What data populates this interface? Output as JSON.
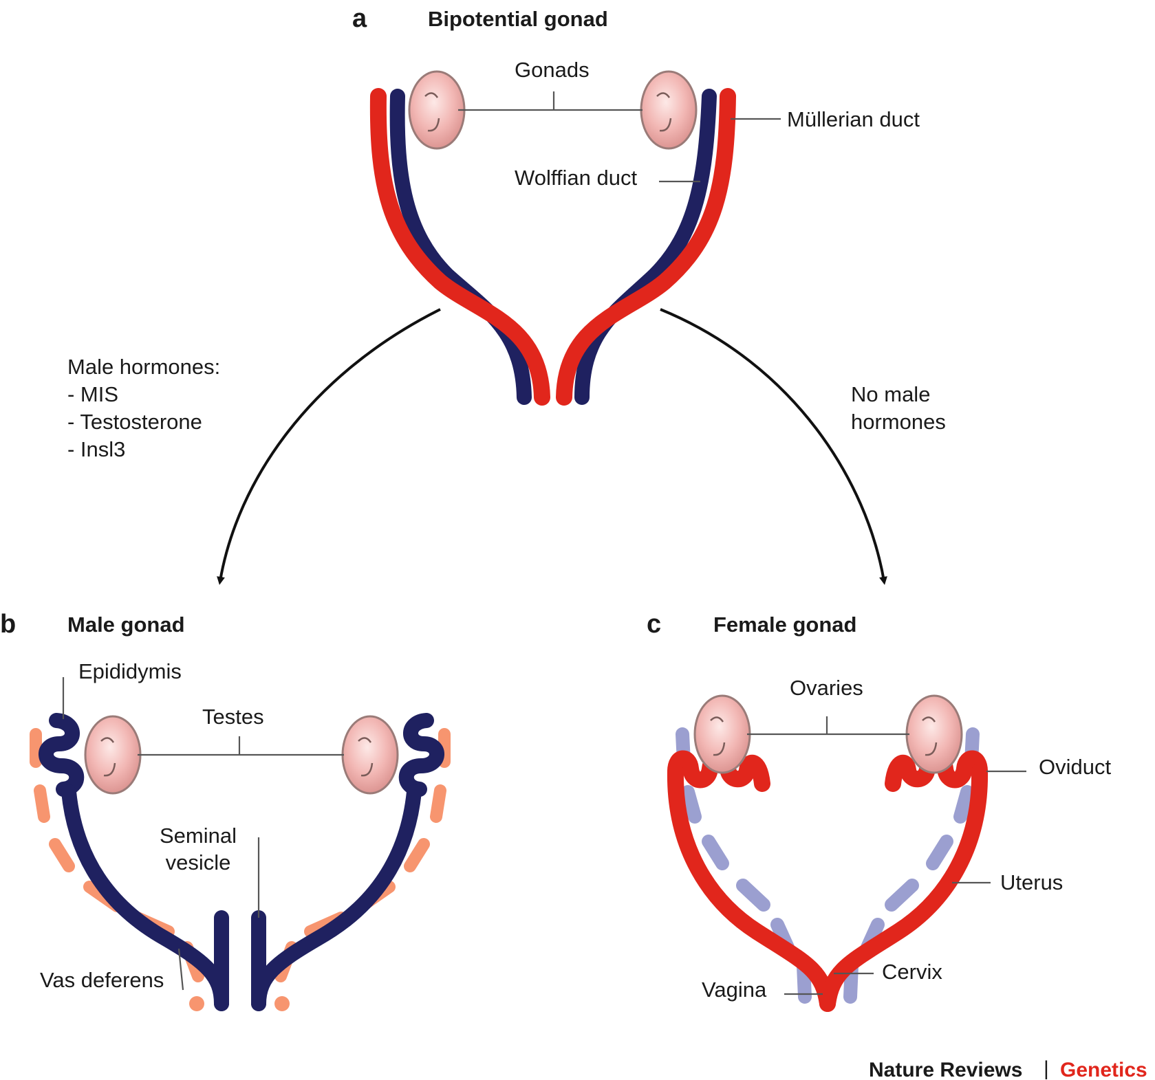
{
  "colors": {
    "mullerian": "#e1261c",
    "wolffian": "#1f2160",
    "gonad_fill": "#f2b7b4",
    "gonad_stroke": "#9a7b78",
    "male_accessory": "#f7956f",
    "female_regressed": "#8a8fc8",
    "brand_genetics": "#e1261c"
  },
  "panel_a": {
    "letter": "a",
    "title": "Bipotential gonad",
    "labels": {
      "gonads": "Gonads",
      "mullerian": "Müllerian duct",
      "wolffian": "Wolffian duct"
    }
  },
  "transitions": {
    "male": {
      "heading": "Male hormones:",
      "items": [
        "- MIS",
        "- Testosterone",
        "- Insl3"
      ]
    },
    "female": {
      "lines": [
        "No male",
        "hormones"
      ]
    }
  },
  "panel_b": {
    "letter": "b",
    "title": "Male gonad",
    "labels": {
      "epididymis": "Epididymis",
      "testes": "Testes",
      "seminal_vesicle": [
        "Seminal",
        "vesicle"
      ],
      "vas_deferens": "Vas deferens"
    }
  },
  "panel_c": {
    "letter": "c",
    "title": "Female gonad",
    "labels": {
      "ovaries": "Ovaries",
      "oviduct": "Oviduct",
      "uterus": "Uterus",
      "cervix": "Cervix",
      "vagina": "Vagina"
    }
  },
  "footer": {
    "journal": "Nature Reviews",
    "separator": "|",
    "section": "Genetics"
  }
}
